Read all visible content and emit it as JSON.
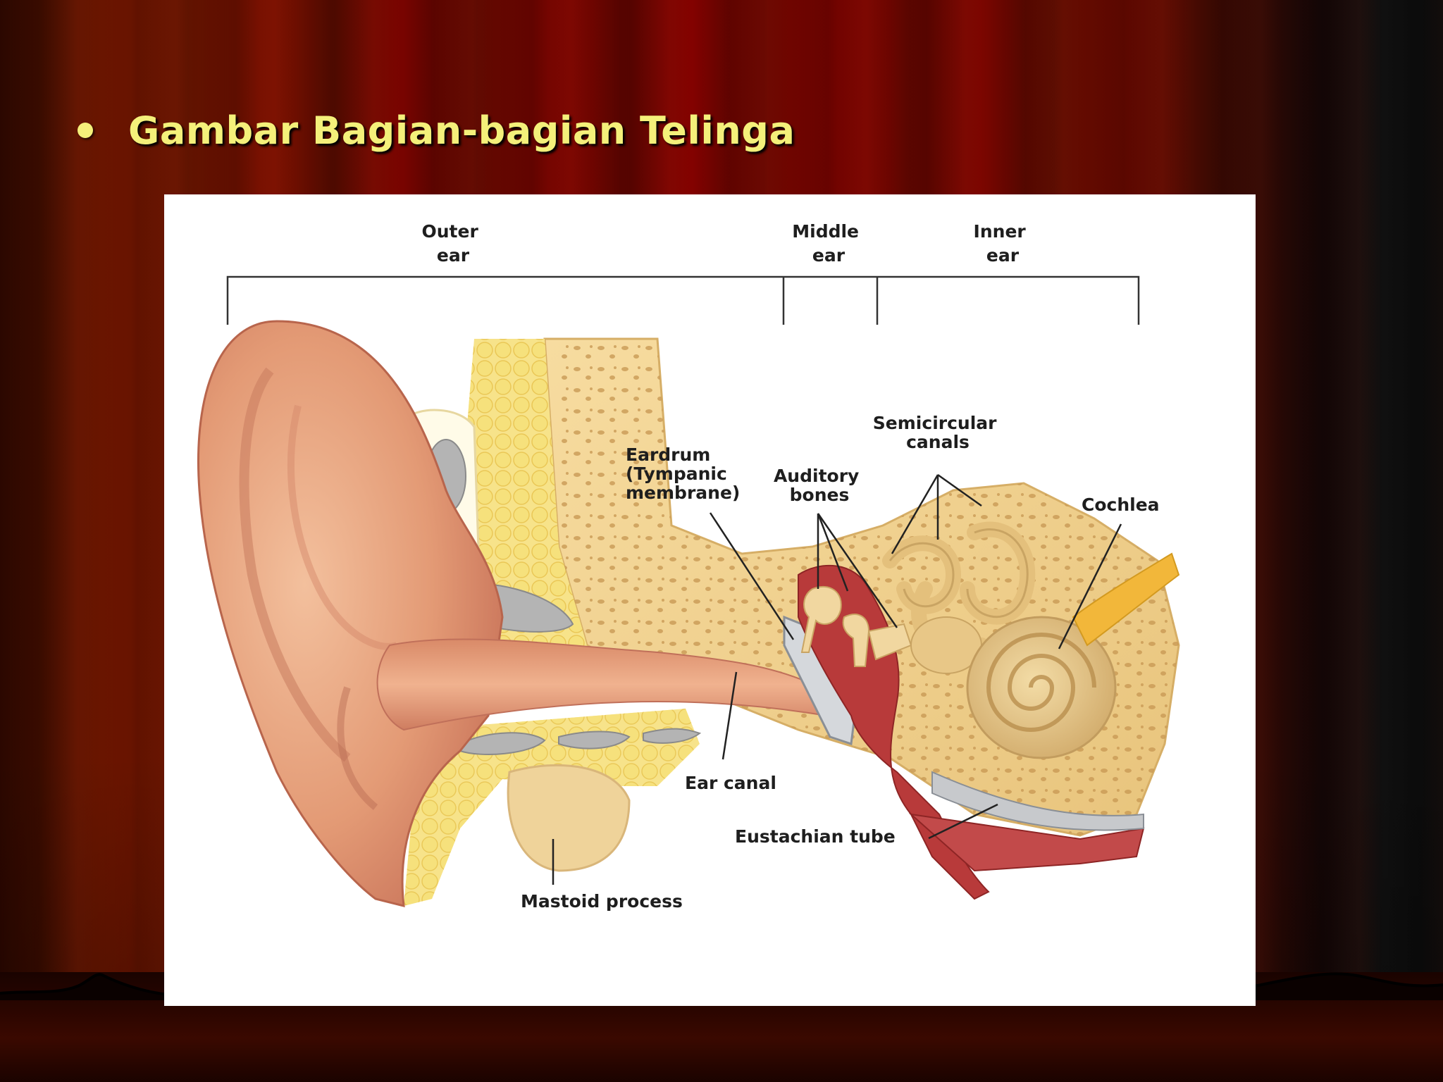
{
  "slide": {
    "title": "Gambar Bagian-bagian Telinga",
    "bullet_color": "#f4f07a"
  },
  "diagram": {
    "regions": {
      "outer": [
        "Outer",
        "ear"
      ],
      "middle": [
        "Middle",
        "ear"
      ],
      "inner": [
        "Inner",
        "ear"
      ]
    },
    "labels": {
      "semicircular": [
        "Semicircular",
        "canals"
      ],
      "eardrum": [
        "Eardrum",
        "(Tympanic",
        "membrane)"
      ],
      "auditory": [
        "Auditory",
        "bones"
      ],
      "cochlea": "Cochlea",
      "ear_canal": "Ear canal",
      "eustachian": "Eustachian tube",
      "mastoid": "Mastoid process"
    }
  }
}
